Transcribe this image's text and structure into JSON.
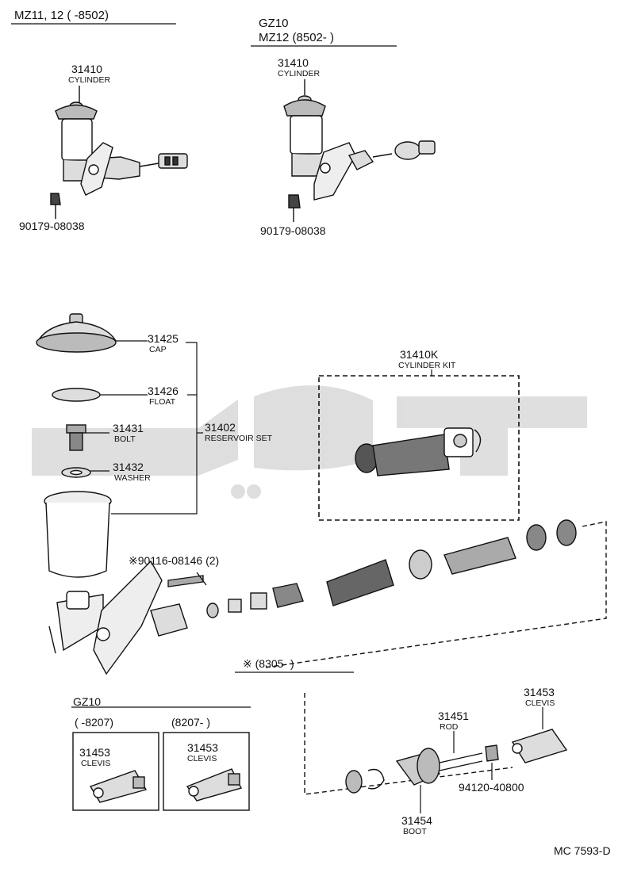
{
  "header_left": "MZ11, 12 (     -8502)",
  "header_right_1": "GZ10",
  "header_right_2": "MZ12 (8502-     )",
  "left_cylinder": {
    "number": "31410",
    "name": "CYLINDER",
    "nut": "90179-08038"
  },
  "right_cylinder": {
    "number": "31410",
    "name": "CYLINDER",
    "nut": "90179-08038"
  },
  "cap": {
    "number": "31425",
    "name": "CAP"
  },
  "float": {
    "number": "31426",
    "name": "FLOAT"
  },
  "bolt": {
    "number": "31431",
    "name": "BOLT"
  },
  "washer": {
    "number": "31432",
    "name": "WASHER"
  },
  "reservoir_set": {
    "number": "31402",
    "name": "RESERVOIR SET"
  },
  "kit": {
    "number": "31410K",
    "name": "CYLINDER KIT"
  },
  "stud": "※90116-08146 (2)",
  "sub_note": "※ (8305-        )",
  "gz10_box": {
    "title": "GZ10",
    "range_a": "(        -8207)",
    "range_b": "(8207-     )",
    "clevis_a_number": "31453",
    "clevis_a_name": "CLEVIS",
    "clevis_b_number": "31453",
    "clevis_b_name": "CLEVIS"
  },
  "rod": {
    "number": "31451",
    "name": "ROD"
  },
  "clevis": {
    "number": "31453",
    "name": "CLEVIS"
  },
  "nut2": "94120-40800",
  "boot": {
    "number": "31454",
    "name": "BOOT"
  },
  "figure_code": "MC 7593-D"
}
